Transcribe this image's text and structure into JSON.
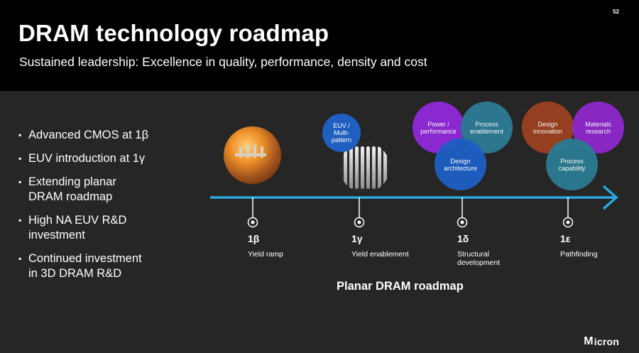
{
  "slide": {
    "page_number": "52",
    "title": "DRAM technology roadmap",
    "subtitle": "Sustained leadership: Excellence in quality, performance, density and cost"
  },
  "bullets": [
    "Advanced CMOS at 1β",
    "EUV introduction at 1γ",
    "Extending planar DRAM roadmap",
    "High NA EUV R&D investment",
    "Continued investment in 3D DRAM R&D"
  ],
  "bullet_lines": [
    [
      "Advanced CMOS at 1β"
    ],
    [
      "EUV introduction at 1γ"
    ],
    [
      "Extending planar",
      "DRAM roadmap"
    ],
    [
      "High NA EUV R&D",
      "investment"
    ],
    [
      "Continued investment",
      "in 3D DRAM R&D"
    ]
  ],
  "roadmap": {
    "label": "Planar DRAM roadmap",
    "nodes": [
      {
        "name": "1β",
        "description": [
          "Yield ramp"
        ]
      },
      {
        "name": "1γ",
        "description": [
          "Yield enablement"
        ]
      },
      {
        "name": "1δ",
        "description": [
          "Structural",
          "development"
        ]
      },
      {
        "name": "1ε",
        "description": [
          "Pathfinding"
        ]
      }
    ],
    "bubbles": {
      "euv": [
        "EUV /",
        "Multi-",
        "pattern"
      ],
      "power": [
        "Power /",
        "performance"
      ],
      "process_enablement": [
        "Process",
        "enablement"
      ],
      "design_architecture": [
        "Design",
        "architecture"
      ],
      "design_innovation": [
        "Design",
        "innovation"
      ],
      "materials_research": [
        "Materials",
        "research"
      ],
      "process_capability": [
        "Process",
        "capability"
      ]
    }
  },
  "logo": {
    "text": "Micron",
    "mark": "M",
    "rest": "icron"
  },
  "colors": {
    "background": "#262626",
    "header": "#000000",
    "arrow": "#29a9e1",
    "purple": "#8e2ad6",
    "teal": "#2d7a95",
    "blue": "#1e5fc3",
    "rust": "#9a4120"
  }
}
